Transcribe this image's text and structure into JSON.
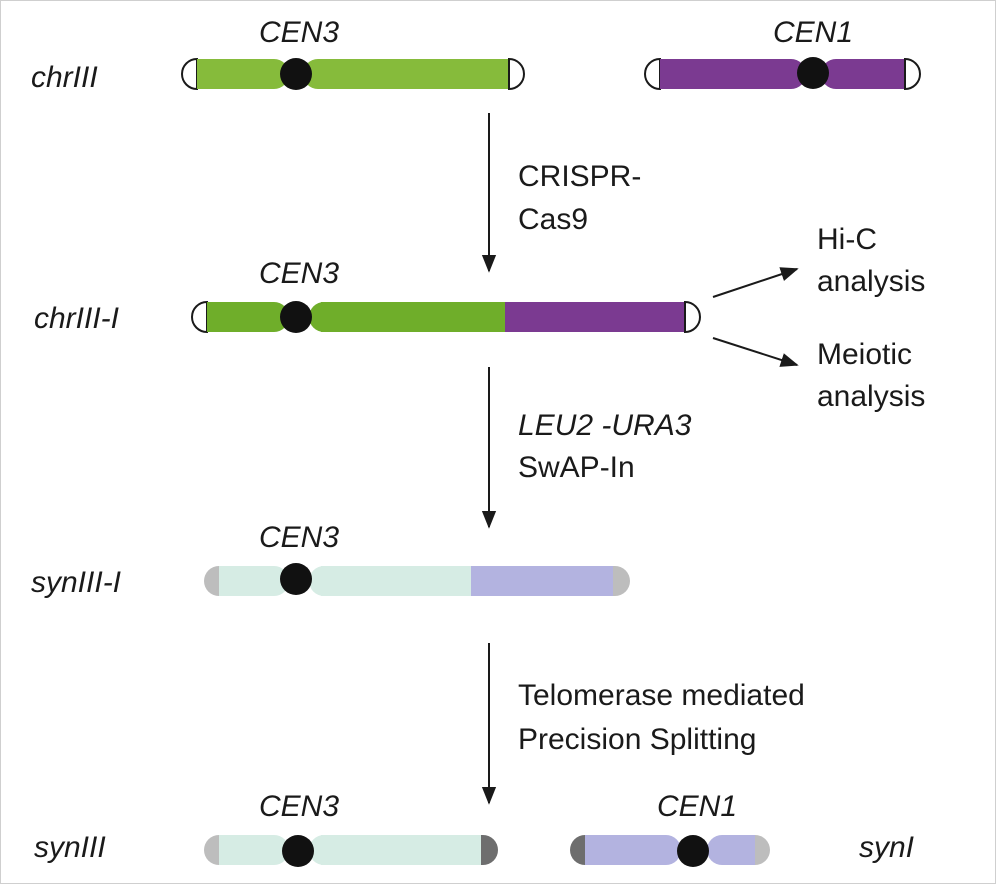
{
  "colors": {
    "chr3": "#86bb3b",
    "chr3_dark": "#6fae2a",
    "chr1": "#7b3a91",
    "syn3": "#d6ece4",
    "syn1": "#b3b3e0",
    "syn_tel_light": "#bdbdbd",
    "syn_tel_dark": "#6e6e6e",
    "centromere": "#111111",
    "arrow": "#1a1a1a"
  },
  "row1": {
    "label": "chrIII",
    "cen3": "CEN3",
    "cen1": "CEN1"
  },
  "step1": {
    "line1": "CRISPR-",
    "line2": "Cas9"
  },
  "row2": {
    "label": "chrIII-I",
    "cen3": "CEN3"
  },
  "branch": {
    "hic_line1": "Hi-C",
    "hic_line2": "analysis",
    "meiotic_line1": "Meiotic",
    "meiotic_line2": "analysis"
  },
  "step2": {
    "line1": "LEU2 -URA3",
    "line2": "SwAP-In"
  },
  "row3": {
    "label": "synIII-I",
    "cen3": "CEN3"
  },
  "step3": {
    "line1": "Telomerase mediated",
    "line2": "Precision Splitting"
  },
  "row4": {
    "label_left": "synIII",
    "label_right": "synI",
    "cen3": "CEN3",
    "cen1": "CEN1"
  }
}
